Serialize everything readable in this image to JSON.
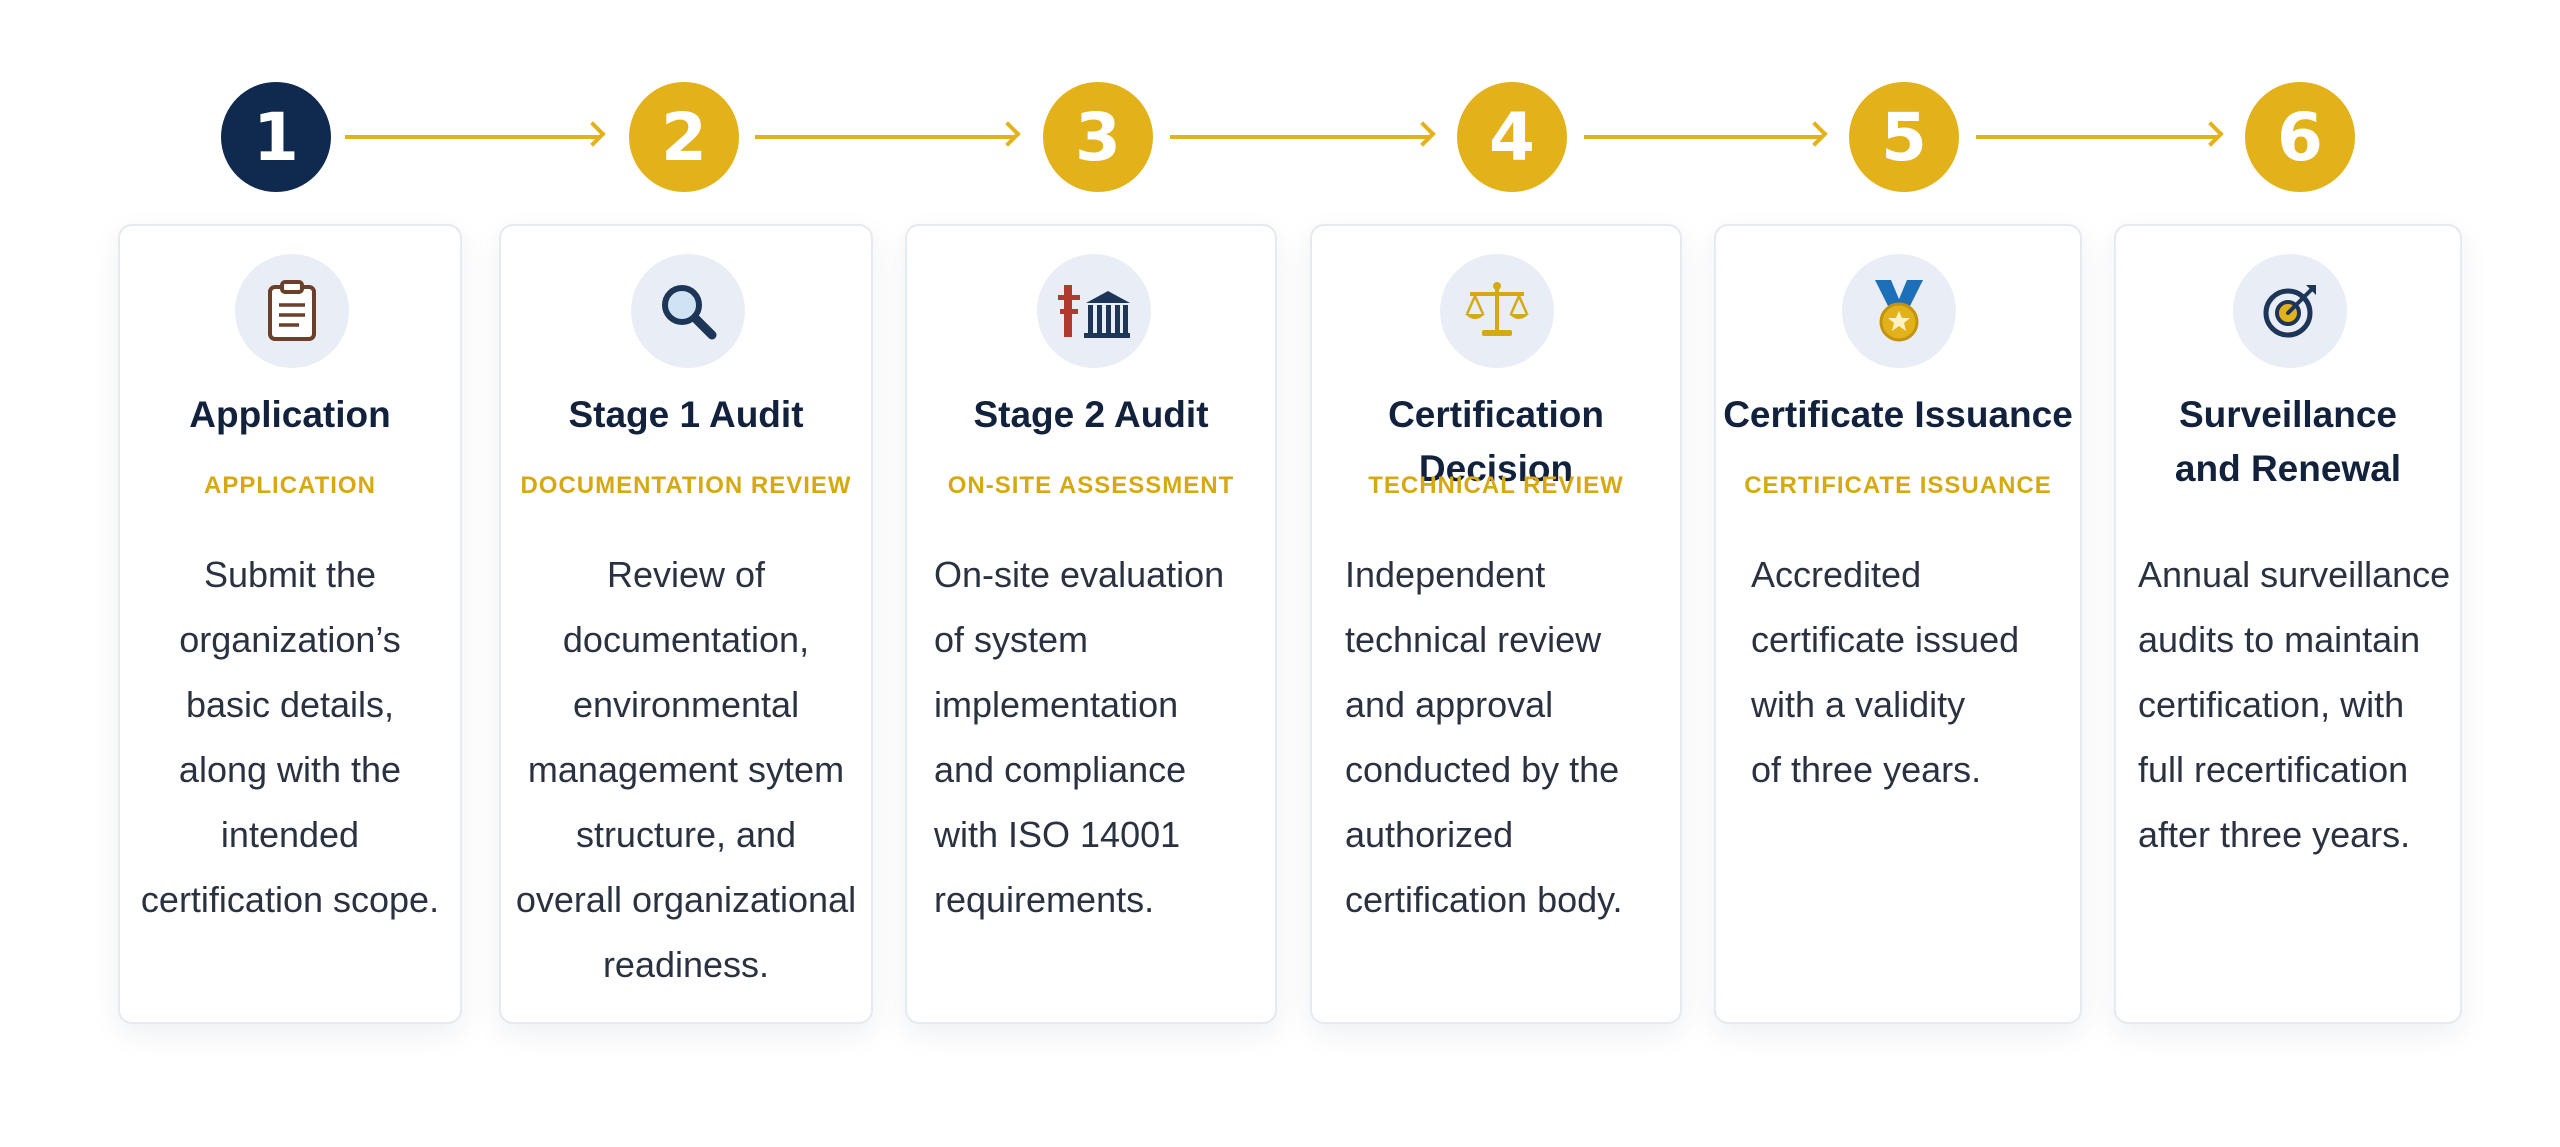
{
  "colors": {
    "navy": "#0f2a4e",
    "gold": "#e3b21b",
    "subtitle_gold": "#d6a914",
    "icon_bg": "#e9eef6"
  },
  "steps": [
    {
      "number": "1",
      "icon": "clipboard-icon",
      "title": "Application",
      "subtitle": "APPLICATION",
      "description": "Submit the\norganization’s\nbasic details,\nalong with the\nintended\ncertification scope."
    },
    {
      "number": "2",
      "icon": "magnifier-icon",
      "title": "Stage 1 Audit",
      "subtitle": "DOCUMENTATION REVIEW",
      "description": "Review of\ndocumentation,\nenvironmental\nmanagement sytem\nstructure, and\noverall organizational\nreadiness."
    },
    {
      "number": "3",
      "icon": "facility-icon",
      "title": "Stage 2 Audit",
      "subtitle": "ON-SITE ASSESSMENT",
      "description": "On-site evaluation\nof system\nimplementation\nand compliance\nwith ISO 14001\nrequirements."
    },
    {
      "number": "4",
      "icon": "scales-icon",
      "title": "Certification Decision",
      "subtitle": "TECHNICAL REVIEW",
      "description": "Independent\ntechnical review\nand approval\nconducted by the\nauthorized\ncertification body."
    },
    {
      "number": "5",
      "icon": "medal-icon",
      "title": "Certificate Issuance",
      "subtitle": "CERTIFICATE ISSUANCE",
      "description": "Accredited\ncertificate issued\nwith a validity\nof three years."
    },
    {
      "number": "6",
      "icon": "target-icon",
      "title": "Surveillance\nand Renewal",
      "subtitle": "",
      "description": "Annual surveillance\naudits to maintain\ncertification, with\nfull recertification\nafter three years."
    }
  ]
}
